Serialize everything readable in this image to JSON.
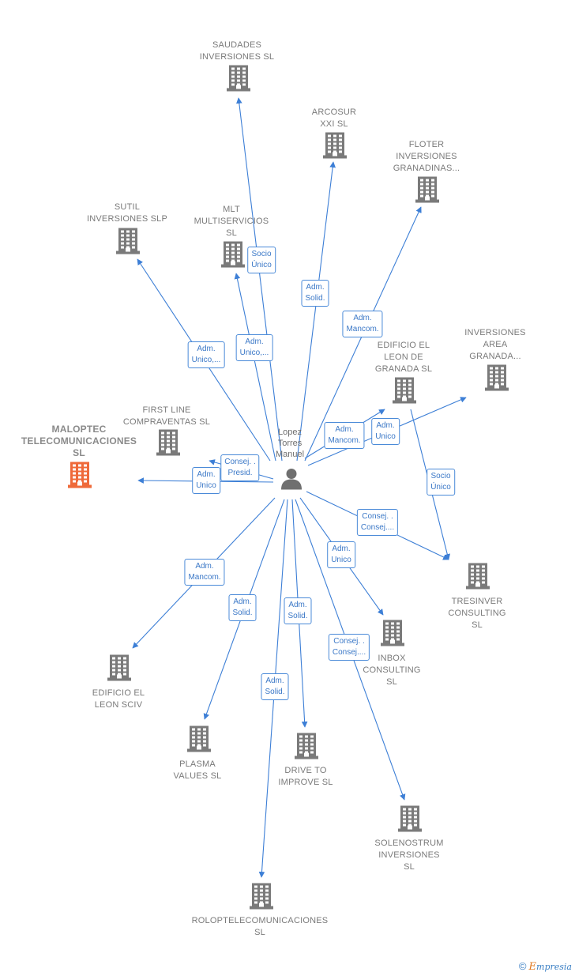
{
  "colors": {
    "edge": "#3d7fd6",
    "building": "#7a7a7a",
    "focus_building": "#ef6a3a",
    "person": "#6f6f6f"
  },
  "person": {
    "name": "Lopez\nTorres\nManuel",
    "icon": "person-icon"
  },
  "nodes": [
    {
      "id": "saudades",
      "label": "SAUDADES\nINVERSIONES SL",
      "icon": "building-icon",
      "focus": false
    },
    {
      "id": "arcosur",
      "label": "ARCOSUR\nXXI SL",
      "icon": "building-icon",
      "focus": false
    },
    {
      "id": "floter",
      "label": "FLOTER\nINVERSIONES\nGRANADINAS...",
      "icon": "building-icon",
      "focus": false
    },
    {
      "id": "sutil",
      "label": "SUTIL\nINVERSIONES SLP",
      "icon": "building-icon",
      "focus": false
    },
    {
      "id": "mlt",
      "label": "MLT\nMULTISERVICIOS\nSL",
      "icon": "building-icon",
      "focus": false
    },
    {
      "id": "inversiones_area",
      "label": "INVERSIONES\nAREA\nGRANADA...",
      "icon": "building-icon",
      "focus": false
    },
    {
      "id": "edificio_leon_granada",
      "label": "EDIFICIO EL\nLEON DE\nGRANADA  SL",
      "icon": "building-icon",
      "focus": false
    },
    {
      "id": "first_line",
      "label": "FIRST LINE\nCOMPRAVENTAS SL",
      "icon": "building-icon",
      "focus": false
    },
    {
      "id": "maloptec",
      "label": "MALOPTEC\nTELECOMUNICACIONES\nSL",
      "icon": "building-icon",
      "focus": true
    },
    {
      "id": "tresinver",
      "label": "TRESINVER\nCONSULTING\nSL",
      "icon": "building-icon",
      "focus": false
    },
    {
      "id": "inbox",
      "label": "INBOX\nCONSULTING\nSL",
      "icon": "building-icon",
      "focus": false
    },
    {
      "id": "edificio_sciv",
      "label": "EDIFICIO EL\nLEON SCIV",
      "icon": "building-icon",
      "focus": false
    },
    {
      "id": "plasma",
      "label": "PLASMA\nVALUES  SL",
      "icon": "building-icon",
      "focus": false
    },
    {
      "id": "drive",
      "label": "DRIVE TO\nIMPROVE  SL",
      "icon": "building-icon",
      "focus": false
    },
    {
      "id": "solenostrum",
      "label": "SOLENOSTRUM\nINVERSIONES\nSL",
      "icon": "building-icon",
      "focus": false
    },
    {
      "id": "rolop",
      "label": "ROLOPTELECOMUNICACIONES\nSL",
      "icon": "building-icon",
      "focus": false
    }
  ],
  "edges": [
    {
      "to": "saudades",
      "label": "Socio\nÚnico"
    },
    {
      "to": "arcosur",
      "label": "Adm.\nSolid."
    },
    {
      "to": "floter",
      "label": "Adm.\nMancom."
    },
    {
      "to": "sutil",
      "label": "Adm.\nUnico,..."
    },
    {
      "to": "mlt",
      "label": "Adm.\nUnico,..."
    },
    {
      "to": "inversiones_area",
      "label": "Adm.\nMancom."
    },
    {
      "to": "edificio_leon_granada",
      "label": "Adm.\nUnico"
    },
    {
      "to": "first_line",
      "label": "Consej. .\nPresid."
    },
    {
      "to": "maloptec",
      "label": "Adm.\nUnico"
    },
    {
      "to": "tresinver",
      "label": "Consej. .\nConsej...."
    },
    {
      "from": "edificio_leon_granada",
      "to": "tresinver",
      "label": "Socio\nÚnico"
    },
    {
      "to": "inbox",
      "label": "Adm.\nUnico"
    },
    {
      "to": "edificio_sciv",
      "label": "Adm.\nMancom."
    },
    {
      "to": "plasma",
      "label": "Adm.\nSolid."
    },
    {
      "to": "drive",
      "label": "Adm.\nSolid."
    },
    {
      "to": "solenostrum",
      "label": "Consej. .\nConsej...."
    },
    {
      "to": "rolop",
      "label": "Adm.\nSolid."
    }
  ],
  "footer": {
    "copyright": "©",
    "brand_initial": "E",
    "brand_rest": "mpresia"
  }
}
